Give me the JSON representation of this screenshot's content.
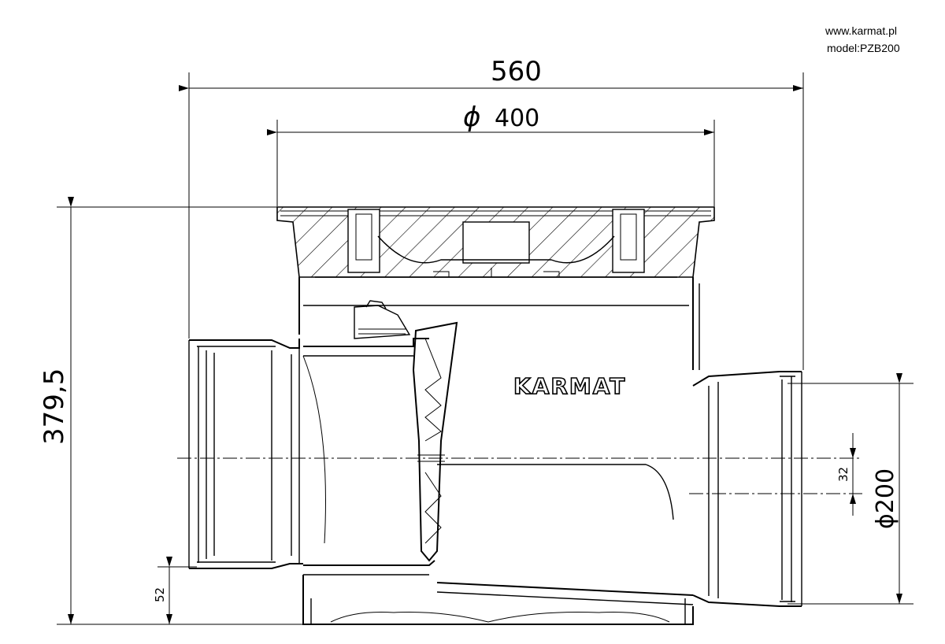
{
  "header": {
    "website": "www.karmat.pl",
    "model": "model:PZB200"
  },
  "brand": "KARMAT",
  "dimensions": {
    "overall_width": "560",
    "inlet_diameter_symbol": "ϕ",
    "inlet_diameter_value": "400",
    "overall_height": "379,5",
    "pipe_diameter": "ϕ200",
    "pipe_offset": "32",
    "bottom_offset": "52"
  }
}
